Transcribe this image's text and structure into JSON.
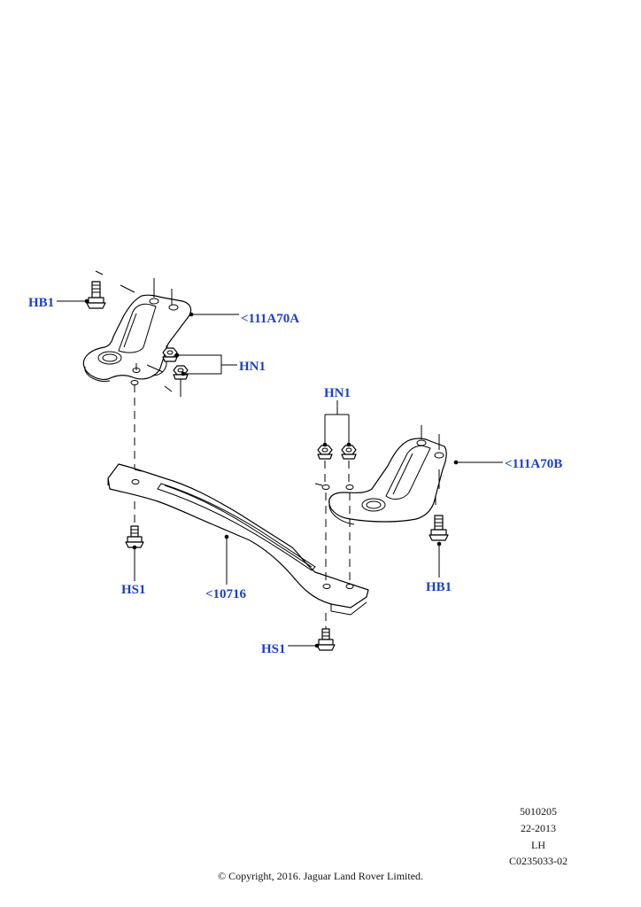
{
  "callouts": {
    "hb1_left": "HB1",
    "bracket_a": "<111A70A",
    "hn1_left": "HN1",
    "hn1_right": "HN1",
    "bracket_b": "<111A70B",
    "hs1_left": "HS1",
    "crossmember": "<10716",
    "hb1_right": "HB1",
    "hs1_bottom": "HS1"
  },
  "meta": {
    "code": "5010205",
    "date": "22-2013",
    "side": "LH",
    "ref": "C0235033-02"
  },
  "copyright": "© Copyright, 2016. Jaguar Land Rover Limited.",
  "colors": {
    "callout": "#1a3fc4",
    "line": "#000000"
  }
}
